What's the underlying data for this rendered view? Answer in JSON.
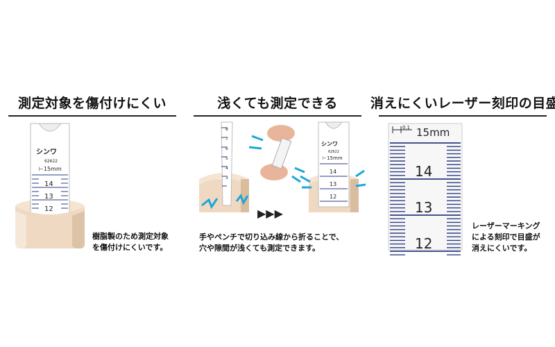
{
  "panels": [
    {
      "title": "測定対象を傷付けにくい",
      "desc_lines": [
        "樹脂製のため測定対象",
        "を傷付けにくいです。"
      ],
      "gauge": {
        "brand": "シンワ",
        "model": "62622",
        "unit_label": "⊢15mm",
        "ticks": [
          "14",
          "13",
          "12"
        ]
      }
    },
    {
      "title": "浅くても測定できる",
      "desc_lines": [
        "手やペンチで切り込み線から折ることで、",
        "穴や隙間が浅くても測定できます。"
      ],
      "arrows": "▶▶▶",
      "long_gauge_ticks": [
        "8",
        "7",
        "6",
        "5",
        "4",
        "3"
      ],
      "gauge": {
        "brand": "シンワ",
        "model": "62622",
        "unit_label": "⊢15mm",
        "ticks": [
          "14",
          "13",
          "12"
        ]
      }
    },
    {
      "title": "消えにくいレーザー刻印の目盛",
      "desc_lines": [
        "レーザーマーキング",
        "による刻印で目盛が",
        "消えにくいです。"
      ],
      "scale": {
        "small_label": "0.1",
        "unit_label": "15mm",
        "ticks": [
          "14",
          "13",
          "12"
        ]
      }
    }
  ],
  "colors": {
    "beige": "#efd9c2",
    "accent_blue": "#1aa7d8",
    "scale_blue": "#2b3b80"
  }
}
